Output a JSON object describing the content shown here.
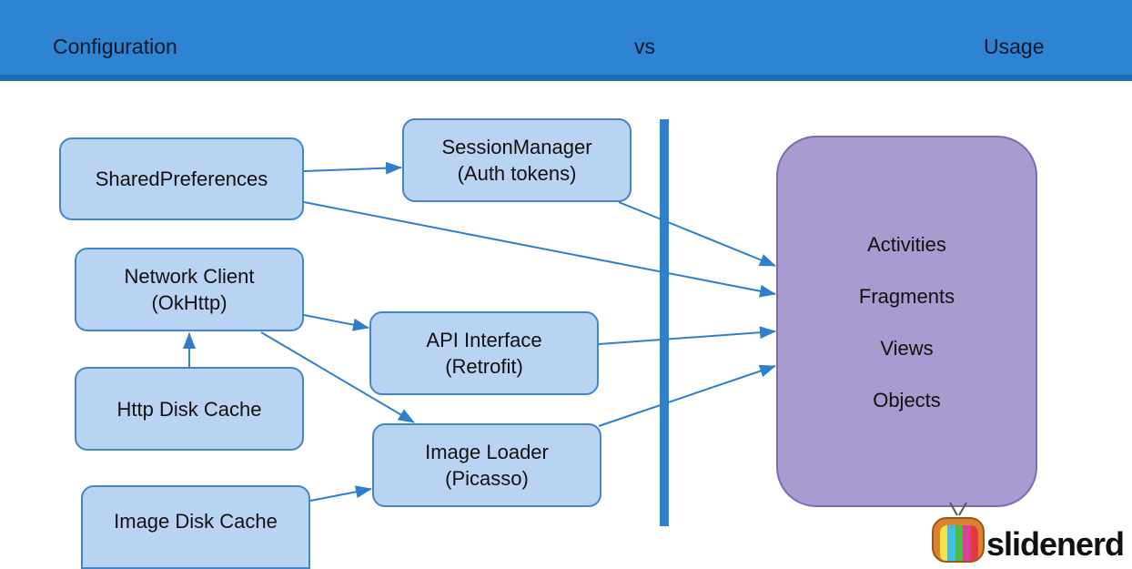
{
  "header": {
    "left": "Configuration",
    "middle": "vs",
    "right": "Usage"
  },
  "nodes": {
    "shared_preferences": "SharedPreferences",
    "session_manager": {
      "line1": "SessionManager",
      "line2": "(Auth tokens)"
    },
    "network_client": {
      "line1": "Network Client",
      "line2": "(OkHttp)"
    },
    "api_interface": {
      "line1": "API Interface",
      "line2": "(Retrofit)"
    },
    "http_disk_cache": "Http Disk Cache",
    "image_loader": {
      "line1": "Image Loader",
      "line2": "(Picasso)"
    },
    "image_disk_cache": "Image Disk Cache"
  },
  "usage": {
    "items": [
      "Activities",
      "Fragments",
      "Views",
      "Objects"
    ]
  },
  "logo": {
    "text": "slidenerd"
  },
  "colors": {
    "header": "#2e83d3",
    "node_fill": "#b9d4f3",
    "node_border": "#3f86cc",
    "usage_fill": "#a99ad0",
    "arrow": "#2f7fd0"
  }
}
